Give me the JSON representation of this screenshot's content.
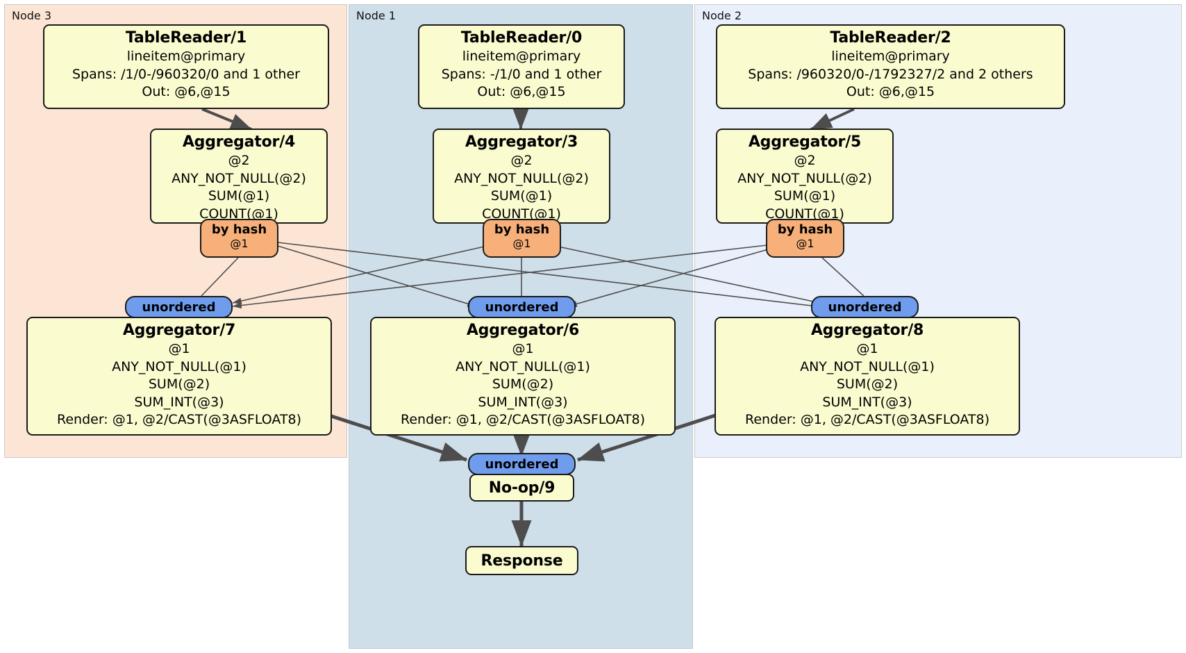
{
  "panels": [
    {
      "key": "node3",
      "label": "Node 3",
      "color": "#fce5d5"
    },
    {
      "key": "node1",
      "label": "Node 1",
      "color": "#cfdfea"
    },
    {
      "key": "node2",
      "label": "Node 2",
      "color": "#eaf0fb"
    }
  ],
  "readers": {
    "reader1": {
      "title": "TableReader/1",
      "line1": "lineitem@primary",
      "line2": "Spans: /1/0-/960320/0 and 1 other",
      "line3": "Out: @6,@15"
    },
    "reader0": {
      "title": "TableReader/0",
      "line1": "lineitem@primary",
      "line2": "Spans: -/1/0 and 1 other",
      "line3": "Out: @6,@15"
    },
    "reader2": {
      "title": "TableReader/2",
      "line1": "lineitem@primary",
      "line2": "Spans: /960320/0-/1792327/2 and 2 others",
      "line3": "Out: @6,@15"
    }
  },
  "stage1_aggregators": {
    "agg4": {
      "title": "Aggregator/4",
      "line1": "@2",
      "line2": "ANY_NOT_NULL(@2)",
      "line3": "SUM(@1)",
      "line4": "COUNT(@1)"
    },
    "agg3": {
      "title": "Aggregator/3",
      "line1": "@2",
      "line2": "ANY_NOT_NULL(@2)",
      "line3": "SUM(@1)",
      "line4": "COUNT(@1)"
    },
    "agg5": {
      "title": "Aggregator/5",
      "line1": "@2",
      "line2": "ANY_NOT_NULL(@2)",
      "line3": "SUM(@1)",
      "line4": "COUNT(@1)"
    }
  },
  "hash_routers": {
    "hash4": {
      "title": "by hash",
      "sub": "@1"
    },
    "hash3": {
      "title": "by hash",
      "sub": "@1"
    },
    "hash5": {
      "title": "by hash",
      "sub": "@1"
    }
  },
  "unordered_inputs": {
    "u7": {
      "label": "unordered"
    },
    "u6": {
      "label": "unordered"
    },
    "u8": {
      "label": "unordered"
    },
    "u9": {
      "label": "unordered"
    }
  },
  "stage2_aggregators": {
    "agg7": {
      "title": "Aggregator/7",
      "line1": "@1",
      "line2": "ANY_NOT_NULL(@1)",
      "line3": "SUM(@2)",
      "line4": "SUM_INT(@3)",
      "line5": "Render: @1, @2/CAST(@3ASFLOAT8)"
    },
    "agg6": {
      "title": "Aggregator/6",
      "line1": "@1",
      "line2": "ANY_NOT_NULL(@1)",
      "line3": "SUM(@2)",
      "line4": "SUM_INT(@3)",
      "line5": "Render: @1, @2/CAST(@3ASFLOAT8)"
    },
    "agg8": {
      "title": "Aggregator/8",
      "line1": "@1",
      "line2": "ANY_NOT_NULL(@1)",
      "line3": "SUM(@2)",
      "line4": "SUM_INT(@3)",
      "line5": "Render: @1, @2/CAST(@3ASFLOAT8)"
    }
  },
  "sink": {
    "noop": {
      "title": "No-op/9"
    },
    "response": {
      "title": "Response"
    }
  },
  "colors": {
    "box_fill": "#fbfbd0",
    "box_border": "#1a1a1a",
    "hash_fill": "#f7b07a",
    "unordered_fill": "#6f9cec",
    "node3_bg": "#fce5d5",
    "node1_bg": "#cfdfea",
    "node2_bg": "#eaf0fb",
    "edge": "#4d4d4d"
  }
}
